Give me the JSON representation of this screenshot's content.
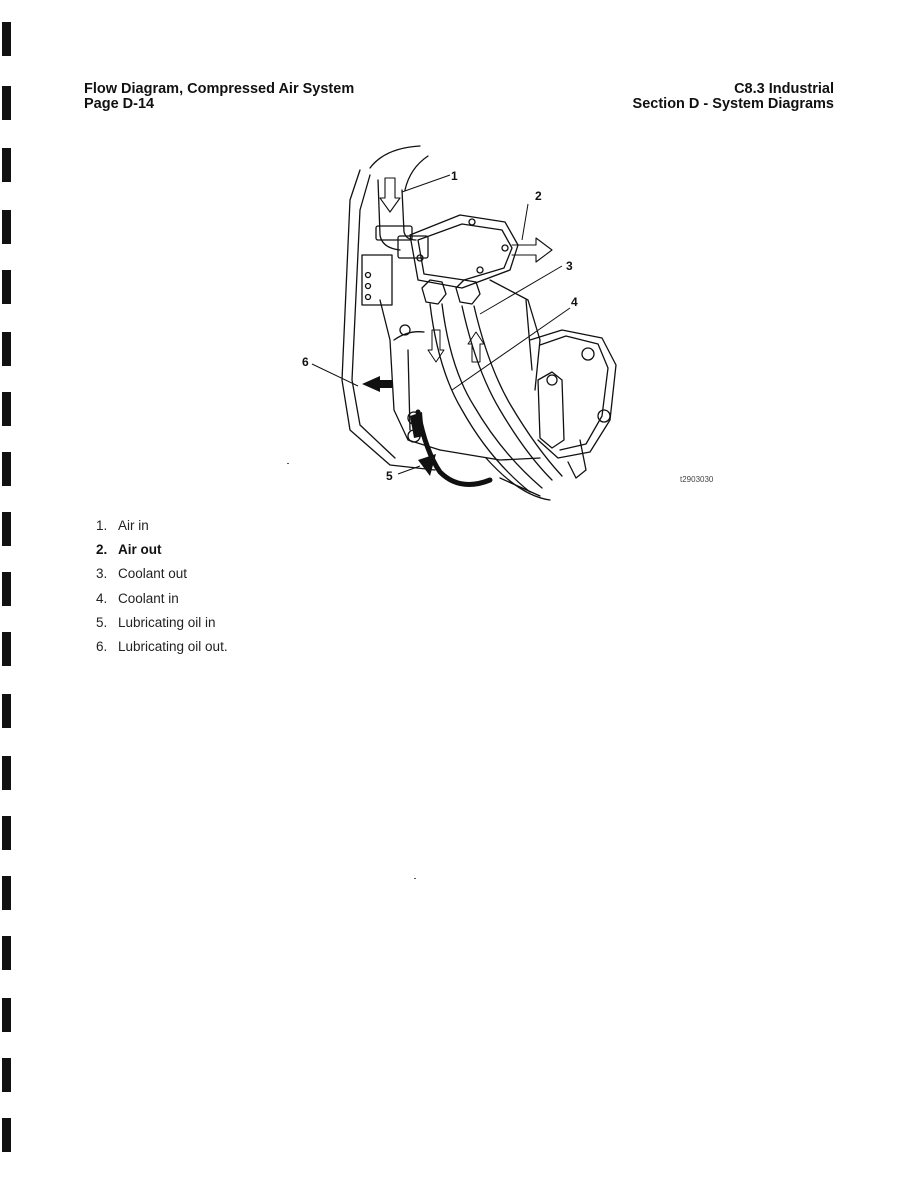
{
  "header": {
    "left_title": "Flow Diagram, Compressed Air System",
    "left_page": "Page D-14",
    "right_title": "C8.3 Industrial",
    "right_section": "Section D - System Diagrams"
  },
  "figure": {
    "callouts": [
      "1",
      "2",
      "3",
      "4",
      "5",
      "6"
    ],
    "figure_code": "t2903030"
  },
  "legend": {
    "items": [
      {
        "number": "1.",
        "label": "Air in"
      },
      {
        "number": "2.",
        "label": "Air out"
      },
      {
        "number": "3.",
        "label": "Coolant out"
      },
      {
        "number": "4.",
        "label": "Coolant in"
      },
      {
        "number": "5.",
        "label": "Lubricating oil in"
      },
      {
        "number": "6.",
        "label": "Lubricating oil out."
      }
    ]
  }
}
